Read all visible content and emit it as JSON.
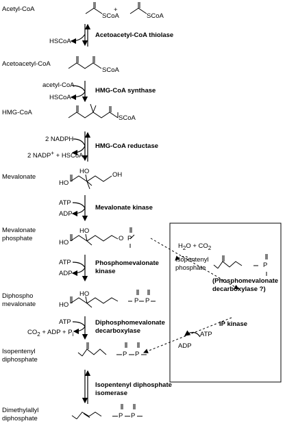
{
  "compounds": {
    "acetyl_coa": "Acetyl-CoA",
    "acetoacetyl_coa": "Acetoacetyl-CoA",
    "hmg_coa": "HMG-CoA",
    "mevalonate": "Mevalonate",
    "mevalonate_phosphate_1": "Mevalonate",
    "mevalonate_phosphate_2": "phosphate",
    "diphospho_mevalonate_1": "Diphospho",
    "diphospho_mevalonate_2": "mevalonate",
    "ipp_1": "Isopentenyl",
    "ipp_2": "diphosphate",
    "dmapp_1": "Dimethylallyl",
    "dmapp_2": "diphosphate",
    "ip_1": "Isopentenyl",
    "ip_2": "phosphate"
  },
  "enzymes": {
    "thiolase": "Acetoacetyl-CoA thiolase",
    "hmg_synthase": "HMG-CoA synthase",
    "hmg_reductase": "HMG-CoA reductase",
    "mev_kinase": "Mevalonate kinase",
    "pmk_1": "Phosphomevalonate",
    "pmk_2": "kinase",
    "dmd_1": "Diphosphomevalonate",
    "dmd_2": "decarboxylase",
    "pmd_1": "(Phosphomevalonate",
    "pmd_2": "decarboxylase ?)",
    "ip_kinase": "IP kinase",
    "idi_1": "Isopentenyl diphosphate",
    "idi_2": "isomerase"
  },
  "cofactors": {
    "hscoa_1": "HSCoA",
    "acetyl_coa": "acetyl-CoA",
    "hscoa_2": "HSCoA",
    "nadph": "2 NADPH",
    "nadp_a": "2 NADP",
    "nadp_sup": "+",
    "nadp_b": " + HSCoA",
    "atp_1": "ATP",
    "adp_1": "ADP",
    "atp_2": "ATP",
    "adp_2": "ADP",
    "atp_3": "ATP",
    "co2_adp_pi": "CO",
    "co2_sub": "2",
    "co2_rest": " + ADP + P",
    "pi_sub": "i",
    "h2o_co2": "H",
    "h2o_sub": "2",
    "h2o_rest": "O + CO",
    "co2b_sub": "2",
    "atp_ip": "ATP",
    "adp_ip": "ADP"
  },
  "atoms": {
    "scoa": "SCoA",
    "plus": "+",
    "ho": "HO",
    "oh": "OH",
    "o": "O",
    "p": "P",
    "minus": "-"
  }
}
